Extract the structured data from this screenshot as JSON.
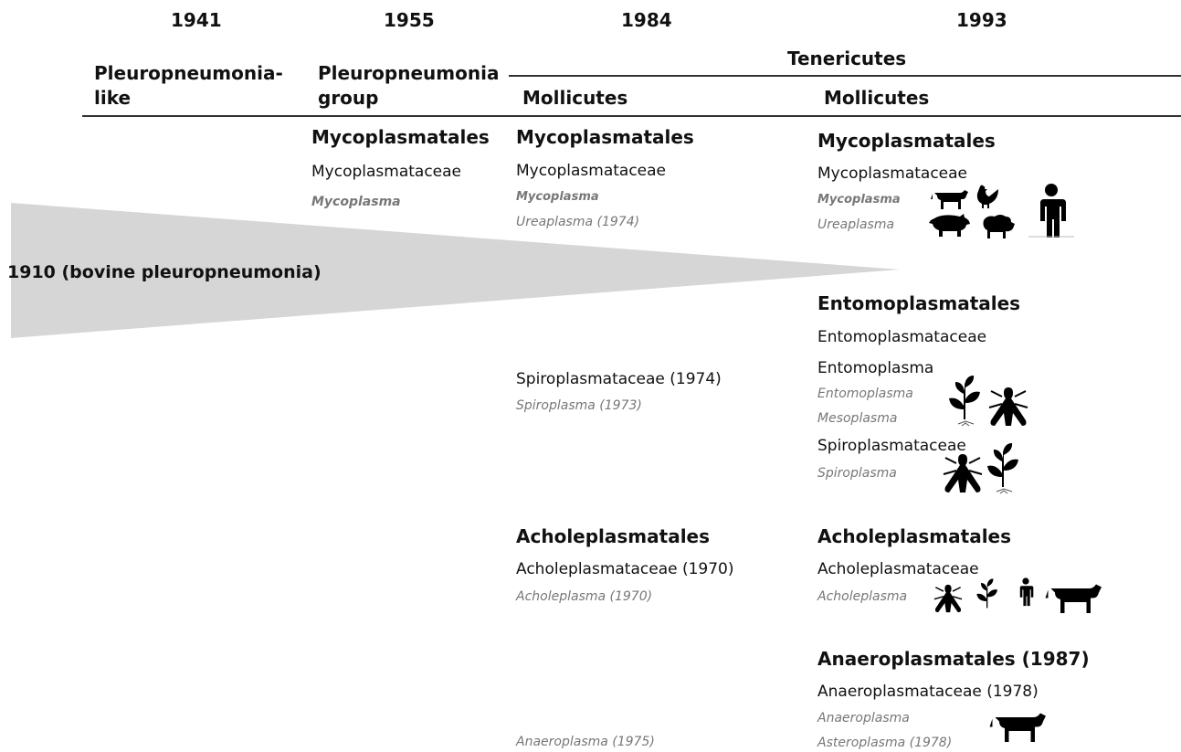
{
  "years": [
    "1941",
    "1955",
    "1984",
    "1993"
  ],
  "groups": {
    "g1941": "Pleuropneumonia-like",
    "g1955": "Pleuropneumonia group",
    "tenericutes": "Tenericutes",
    "mollicutes_1984": "Mollicutes",
    "mollicutes_1993": "Mollicutes"
  },
  "wedge_label": "1910 (bovine pleuropneumonia)",
  "col1955": {
    "order": "Mycoplasmatales",
    "family": "Mycoplasmataceae",
    "genus": "Mycoplasma"
  },
  "col1984": {
    "order_myco": "Mycoplasmatales",
    "fam_myco": "Mycoplasmataceae",
    "gen_myco": "Mycoplasma",
    "gen_urea": "Ureaplasma (1974)",
    "fam_spiro": "Spiroplasmataceae (1974)",
    "gen_spiro": "Spiroplasma (1973)",
    "order_achole": "Acholeplasmatales",
    "fam_achole": "Acholeplasmataceae (1970)",
    "gen_achole": "Acholeplasma (1970)",
    "gen_anaero": "Anaeroplasma (1975)"
  },
  "col1993": {
    "order_myco": "Mycoplasmatales",
    "fam_myco": "Mycoplasmataceae",
    "gen_myco": "Mycoplasma",
    "gen_urea": "Ureaplasma",
    "order_ento": "Entomoplasmatales",
    "fam_ento": "Entomoplasmataceae",
    "subgrp_ento": "Entomoplasma",
    "gen_ento": "Entomoplasma",
    "gen_meso": "Mesoplasma",
    "fam_spiro": "Spiroplasmataceae",
    "gen_spiro": "Spiroplasma",
    "order_achole": "Acholeplasmatales",
    "fam_achole": "Acholeplasmataceae",
    "gen_achole": "Acholeplasma",
    "order_anaero": "Anaeroplasmatales (1987)",
    "fam_anaero": "Anaeroplasmataceae (1978)",
    "gen_anaero": "Anaeroplasma",
    "gen_astero": "Asteroplasma (1978)"
  },
  "icons": [
    "cow-icon",
    "chicken-icon",
    "pig-icon",
    "sheep-icon",
    "human-icon",
    "plant-icon",
    "insect-icon"
  ]
}
